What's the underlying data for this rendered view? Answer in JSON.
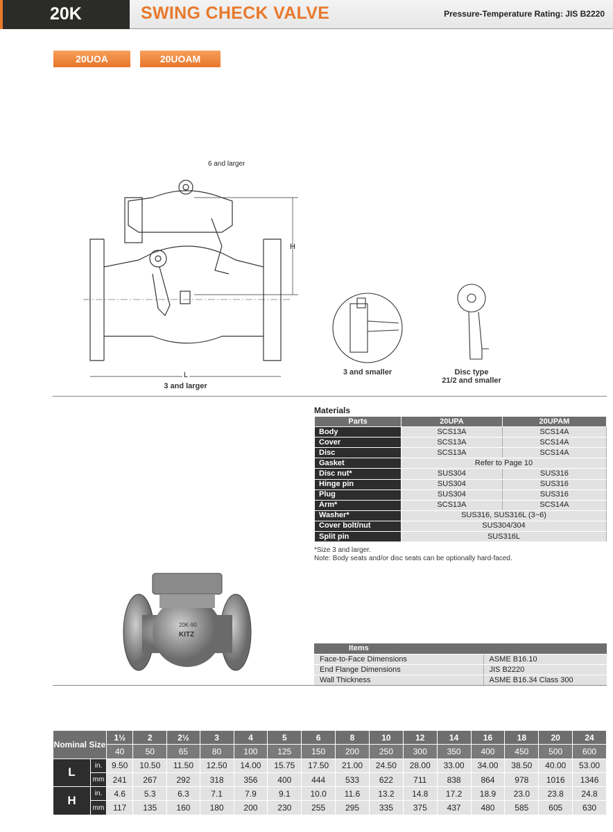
{
  "header": {
    "code": "20K",
    "title": "SWING CHECK VALVE",
    "rating": "Pressure-Temperature Rating: JIS B2220"
  },
  "tabs": [
    "20UOA",
    "20UOAM"
  ],
  "drawings": {
    "label_6_larger": "6 and larger",
    "label_H": "H",
    "label_L": "L",
    "caption_main": "3 and larger",
    "caption_small": "3 and smaller",
    "caption_disc_1": "Disc type",
    "caption_disc_2": "21/2 and smaller"
  },
  "materials": {
    "title": "Materials",
    "headers": [
      "Parts",
      "20UPA",
      "20UPAM"
    ],
    "rows": [
      [
        "Body",
        "SCS13A",
        "SCS14A"
      ],
      [
        "Cover",
        "SCS13A",
        "SCS14A"
      ],
      [
        "Disc",
        "SCS13A",
        "SCS14A"
      ],
      [
        "Gasket",
        "Refer to Page 10"
      ],
      [
        "Disc nut*",
        "SUS304",
        "SUS316"
      ],
      [
        "Hinge pin",
        "SUS304",
        "SUS316"
      ],
      [
        "Plug",
        "SUS304",
        "SUS316"
      ],
      [
        "Arm*",
        "SCS13A",
        "SCS14A"
      ],
      [
        "Washer*",
        "SUS316, SUS316L (3~6)"
      ],
      [
        "Cover bolt/nut",
        "SUS304/304"
      ],
      [
        "Split pin",
        "SUS316L"
      ]
    ],
    "footnote": "*Size 3 and larger.",
    "note": "Note: Body seats and/or disc seats can be optionally hard-faced."
  },
  "photo": {
    "marking_1": "20K-90",
    "marking_2": "KITZ"
  },
  "items": {
    "header": "Items",
    "rows": [
      [
        "Face-to-Face Dimensions",
        "ASME B16.10"
      ],
      [
        "End Flange Dimensions",
        "JIS B2220"
      ],
      [
        "Wall Thickness",
        "ASME B16.34 Class 300"
      ]
    ]
  },
  "dimensions": {
    "label": "Nominal Size",
    "sizes_in": [
      "1½",
      "2",
      "2½",
      "3",
      "4",
      "5",
      "6",
      "8",
      "10",
      "12",
      "14",
      "16",
      "18",
      "20",
      "24"
    ],
    "sizes_mm": [
      "40",
      "50",
      "65",
      "80",
      "100",
      "125",
      "150",
      "200",
      "250",
      "300",
      "350",
      "400",
      "450",
      "500",
      "600"
    ],
    "rows": [
      {
        "name": "L",
        "unit": "in.",
        "values": [
          "9.50",
          "10.50",
          "11.50",
          "12.50",
          "14.00",
          "15.75",
          "17.50",
          "21.00",
          "24.50",
          "28.00",
          "33.00",
          "34.00",
          "38.50",
          "40.00",
          "53.00"
        ]
      },
      {
        "name": "L",
        "unit": "mm",
        "values": [
          "241",
          "267",
          "292",
          "318",
          "356",
          "400",
          "444",
          "533",
          "622",
          "711",
          "838",
          "864",
          "978",
          "1016",
          "1346"
        ]
      },
      {
        "name": "H",
        "unit": "in.",
        "values": [
          "4.6",
          "5.3",
          "6.3",
          "7.1",
          "7.9",
          "9.1",
          "10.0",
          "11.6",
          "13.2",
          "14.8",
          "17.2",
          "18.9",
          "23.0",
          "23.8",
          "24.8"
        ]
      },
      {
        "name": "H",
        "unit": "mm",
        "values": [
          "117",
          "135",
          "160",
          "180",
          "200",
          "230",
          "255",
          "295",
          "335",
          "375",
          "437",
          "480",
          "585",
          "605",
          "630"
        ]
      }
    ]
  }
}
